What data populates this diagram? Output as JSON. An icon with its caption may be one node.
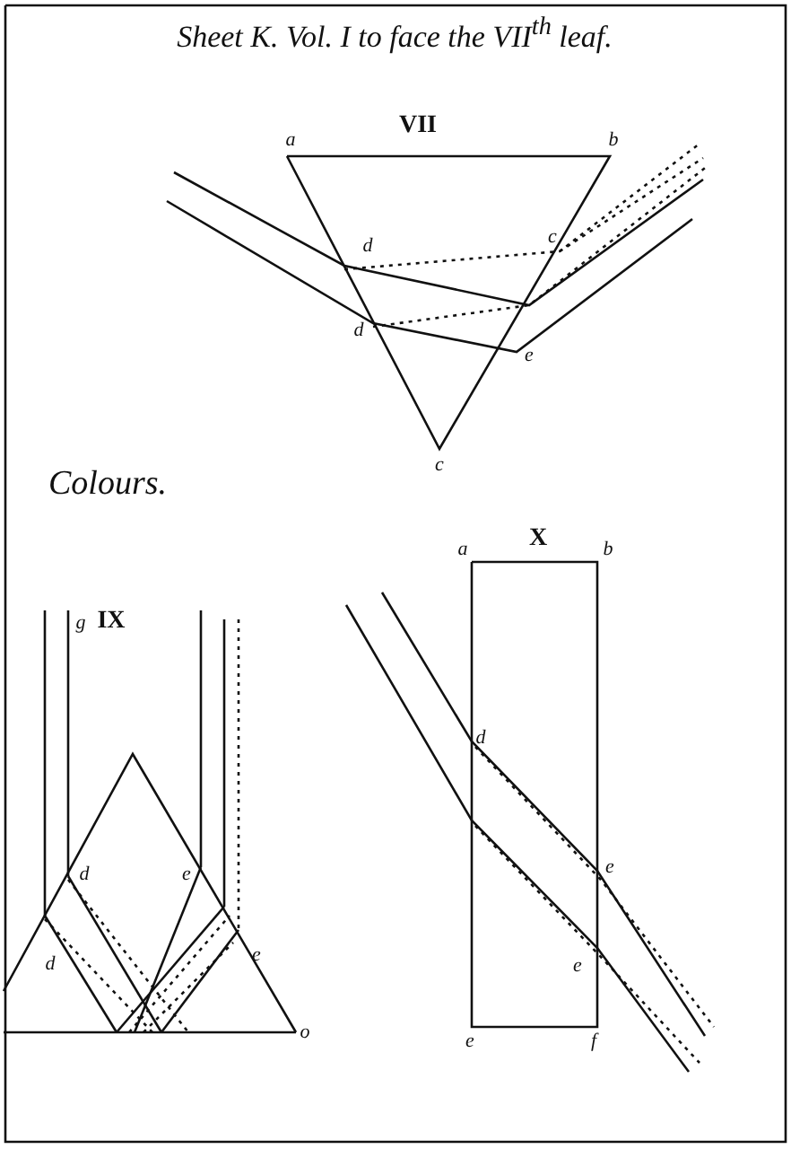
{
  "diagram": {
    "title": "Sheet K. Vol. I to face the VII$^{th}$ leaf.",
    "labels": [
      "VII",
      "a",
      "b",
      "c",
      "d",
      "d",
      "e",
      "c",
      "Colours.",
      "X",
      "a",
      "b",
      "g",
      "IX",
      "d",
      "d",
      "e",
      "e",
      "d",
      "e",
      "e",
      "o",
      "e",
      "f"
    ]
  }
}
